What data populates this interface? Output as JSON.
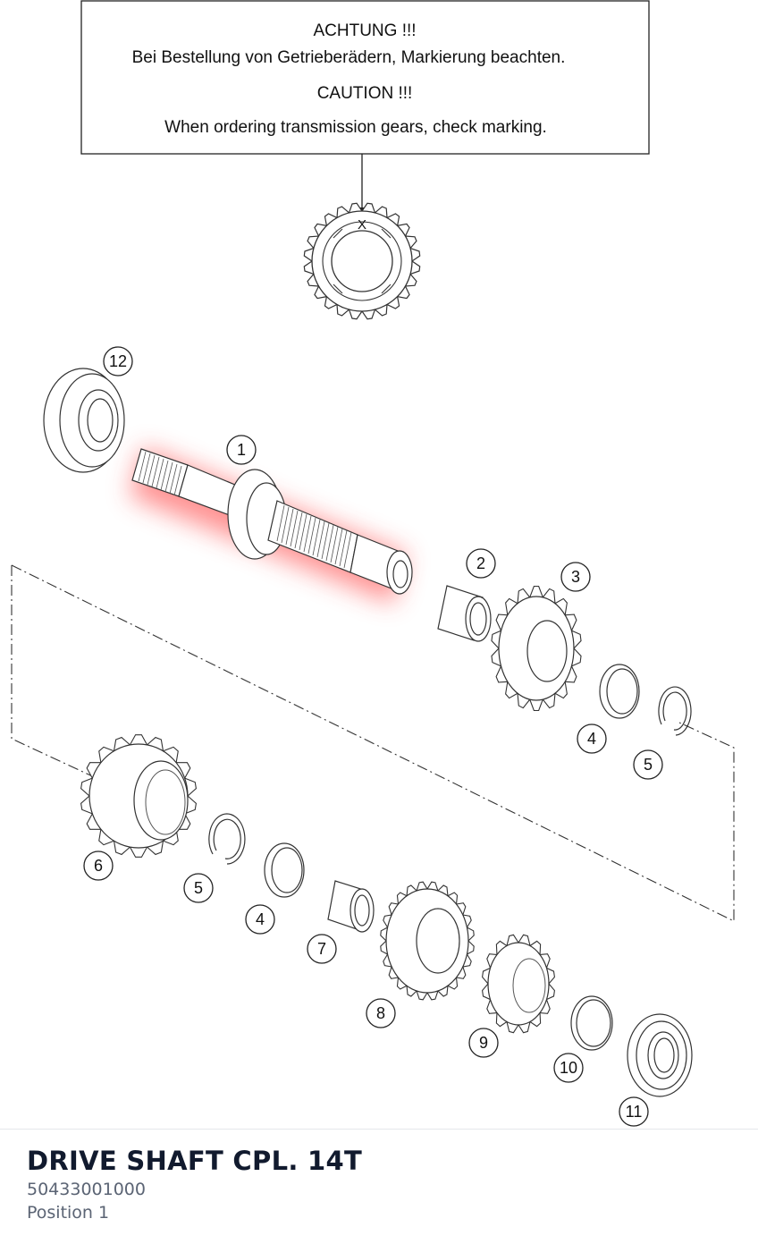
{
  "note": {
    "de_heading": "ACHTUNG !!!",
    "de_text": "Bei Bestellung von Getrieberädern, Markierung beachten.",
    "en_heading": "CAUTION !!!",
    "en_text": "When ordering transmission gears, check marking.",
    "marker": "X"
  },
  "callouts": [
    {
      "number": "12"
    },
    {
      "number": "1"
    },
    {
      "number": "2"
    },
    {
      "number": "3"
    },
    {
      "number": "4"
    },
    {
      "number": "5"
    },
    {
      "number": "6"
    },
    {
      "number": "5"
    },
    {
      "number": "4"
    },
    {
      "number": "7"
    },
    {
      "number": "8"
    },
    {
      "number": "9"
    },
    {
      "number": "10"
    },
    {
      "number": "11"
    }
  ],
  "selected_part": {
    "title": "DRIVE SHAFT CPL. 14T",
    "part_number": "50433001000",
    "position": "Position 1",
    "highlight_color": "#ff3b3b"
  }
}
